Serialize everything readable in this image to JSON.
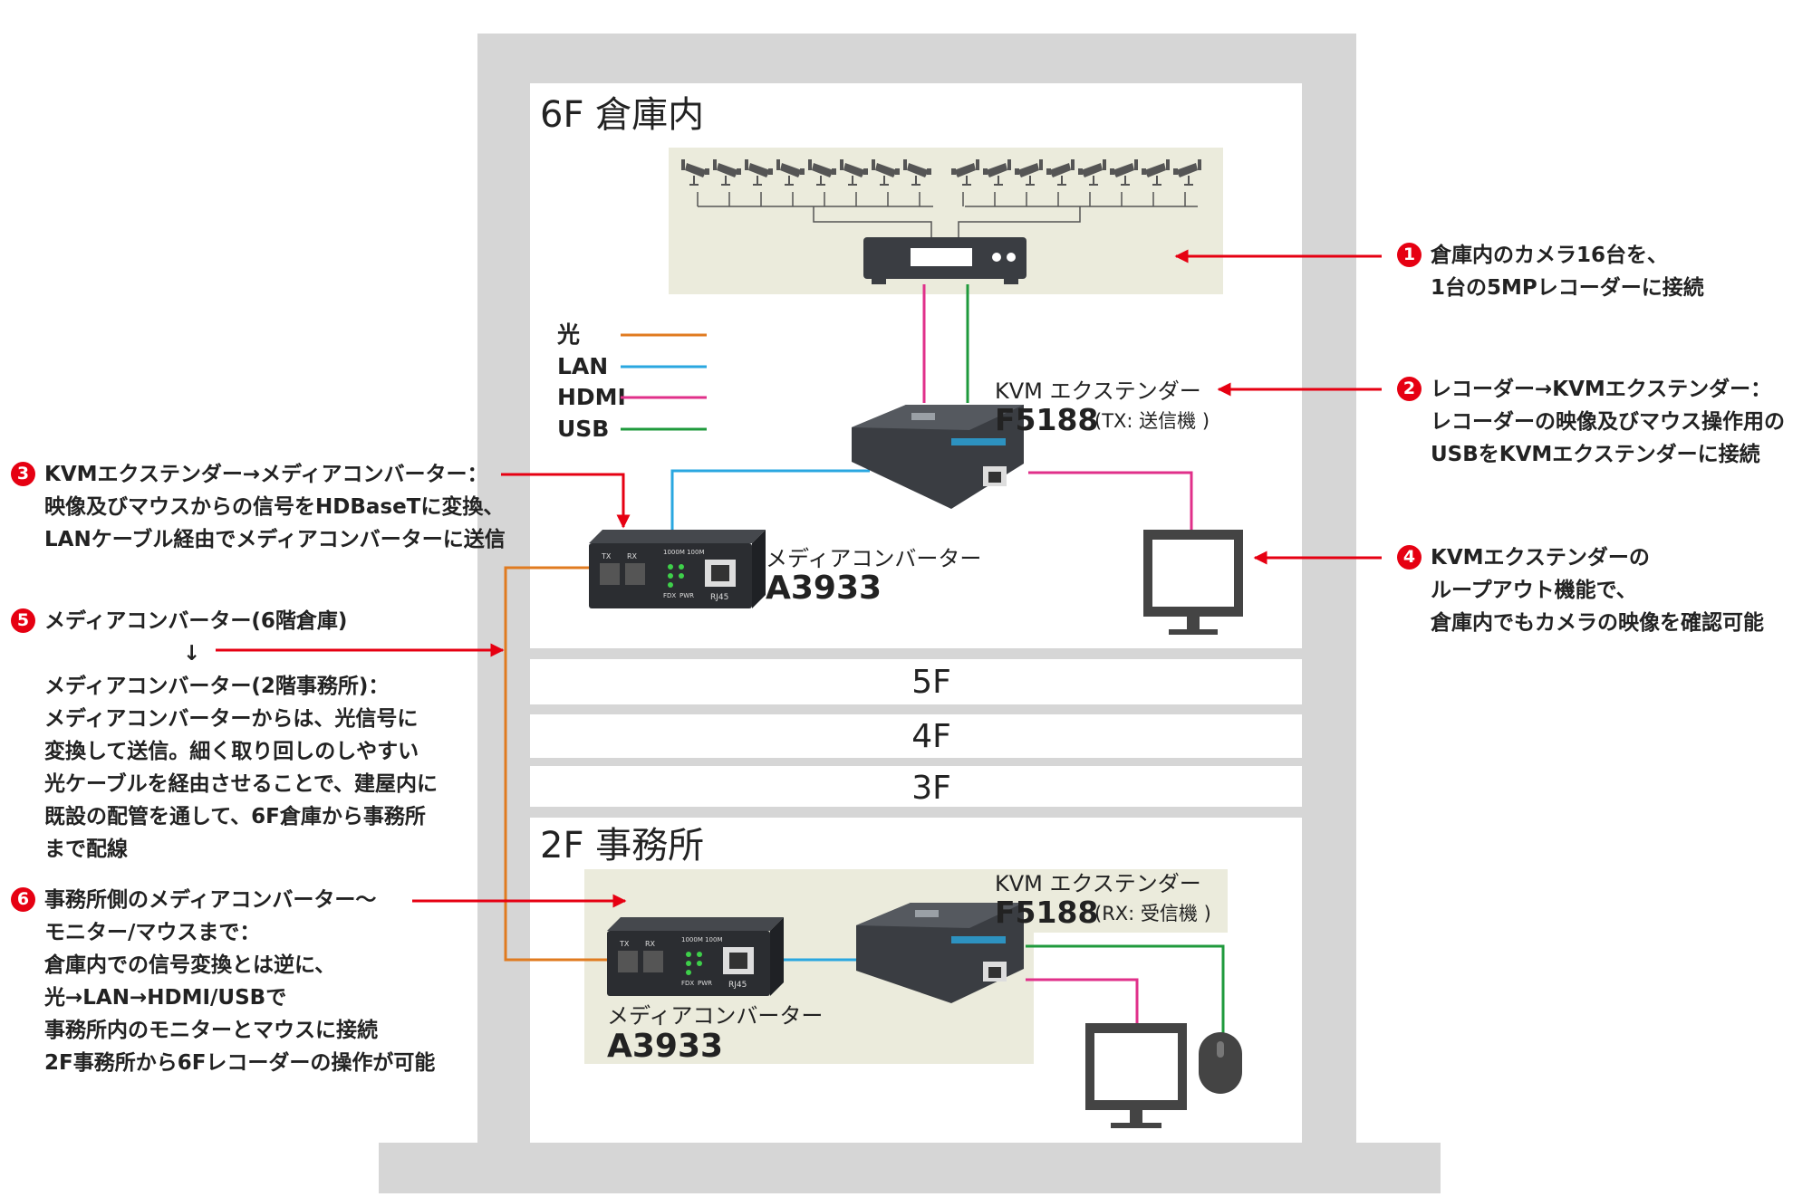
{
  "floors": {
    "f6": "6F 倉庫内",
    "f5": "5F",
    "f4": "4F",
    "f3": "3F",
    "f2": "2F 事務所"
  },
  "legend": [
    {
      "label": "光",
      "color": "#e07b20"
    },
    {
      "label": "LAN",
      "color": "#2aa7e0"
    },
    {
      "label": "HDMI",
      "color": "#e0308a"
    },
    {
      "label": "USB",
      "color": "#1f9a3c"
    }
  ],
  "devices": {
    "kvm_tx": {
      "name": "KVM エクステンダー",
      "model": "F5188",
      "role": "(TX: 送信機 )"
    },
    "kvm_rx": {
      "name": "KVM エクステンダー",
      "model": "F5188",
      "role": "(RX: 受信機 )"
    },
    "mc_6f": {
      "name": "メディアコンバーター",
      "model": "A3933"
    },
    "mc_2f": {
      "name": "メディアコンバーター",
      "model": "A3933"
    },
    "port_label": "RJ45",
    "front_labels": {
      "tx": "TX",
      "rx": "RX",
      "speed": "1000M 100M",
      "fdx": "FDX",
      "pwr": "PWR"
    }
  },
  "notes": {
    "n1": {
      "num": "1",
      "lines": [
        "倉庫内のカメラ16台を、",
        "1台の5MPレコーダーに接続"
      ]
    },
    "n2": {
      "num": "2",
      "lines": [
        "レコーダー→KVMエクステンダー：",
        "レコーダーの映像及びマウス操作用の",
        "USBをKVMエクステンダーに接続"
      ]
    },
    "n3": {
      "num": "3",
      "lines": [
        "KVMエクステンダー→メディアコンバーター：",
        "映像及びマウスからの信号をHDBaseTに変換、",
        "LANケーブル経由でメディアコンバーターに送信"
      ]
    },
    "n4": {
      "num": "4",
      "lines": [
        "KVMエクステンダーの",
        "ループアウト機能で、",
        "倉庫内でもカメラの映像を確認可能"
      ]
    },
    "n5": {
      "num": "5",
      "lines": [
        "メディアコンバーター(6階倉庫)",
        "↓",
        "メディアコンバーター(2階事務所)：",
        "メディアコンバーターからは、光信号に",
        "変換して送信。細く取り回しのしやすい",
        "光ケーブルを経由させることで、建屋内に",
        "既設の配管を通して、6F倉庫から事務所",
        "まで配線"
      ]
    },
    "n6": {
      "num": "6",
      "lines": [
        "事務所側のメディアコンバーター～",
        "モニター/マウスまで：",
        "倉庫内での信号変換とは逆に、",
        "光→LAN→HDMI/USBで",
        "事務所内のモニターとマウスに接続",
        "2F事務所から6Fレコーダーの操作が可能"
      ]
    }
  },
  "colors": {
    "building": "#d6d6d6",
    "zone": "#ebebdc",
    "arrow": "#e60012",
    "device": "#3a3d42",
    "optical": "#e07b20",
    "lan": "#2aa7e0",
    "hdmi": "#e0308a",
    "usb": "#1f9a3c"
  },
  "icons": [
    "cctv-camera-icon",
    "dvr-recorder-icon",
    "kvm-extender-icon",
    "media-converter-icon",
    "monitor-icon",
    "mouse-icon",
    "red-arrow-icon"
  ]
}
